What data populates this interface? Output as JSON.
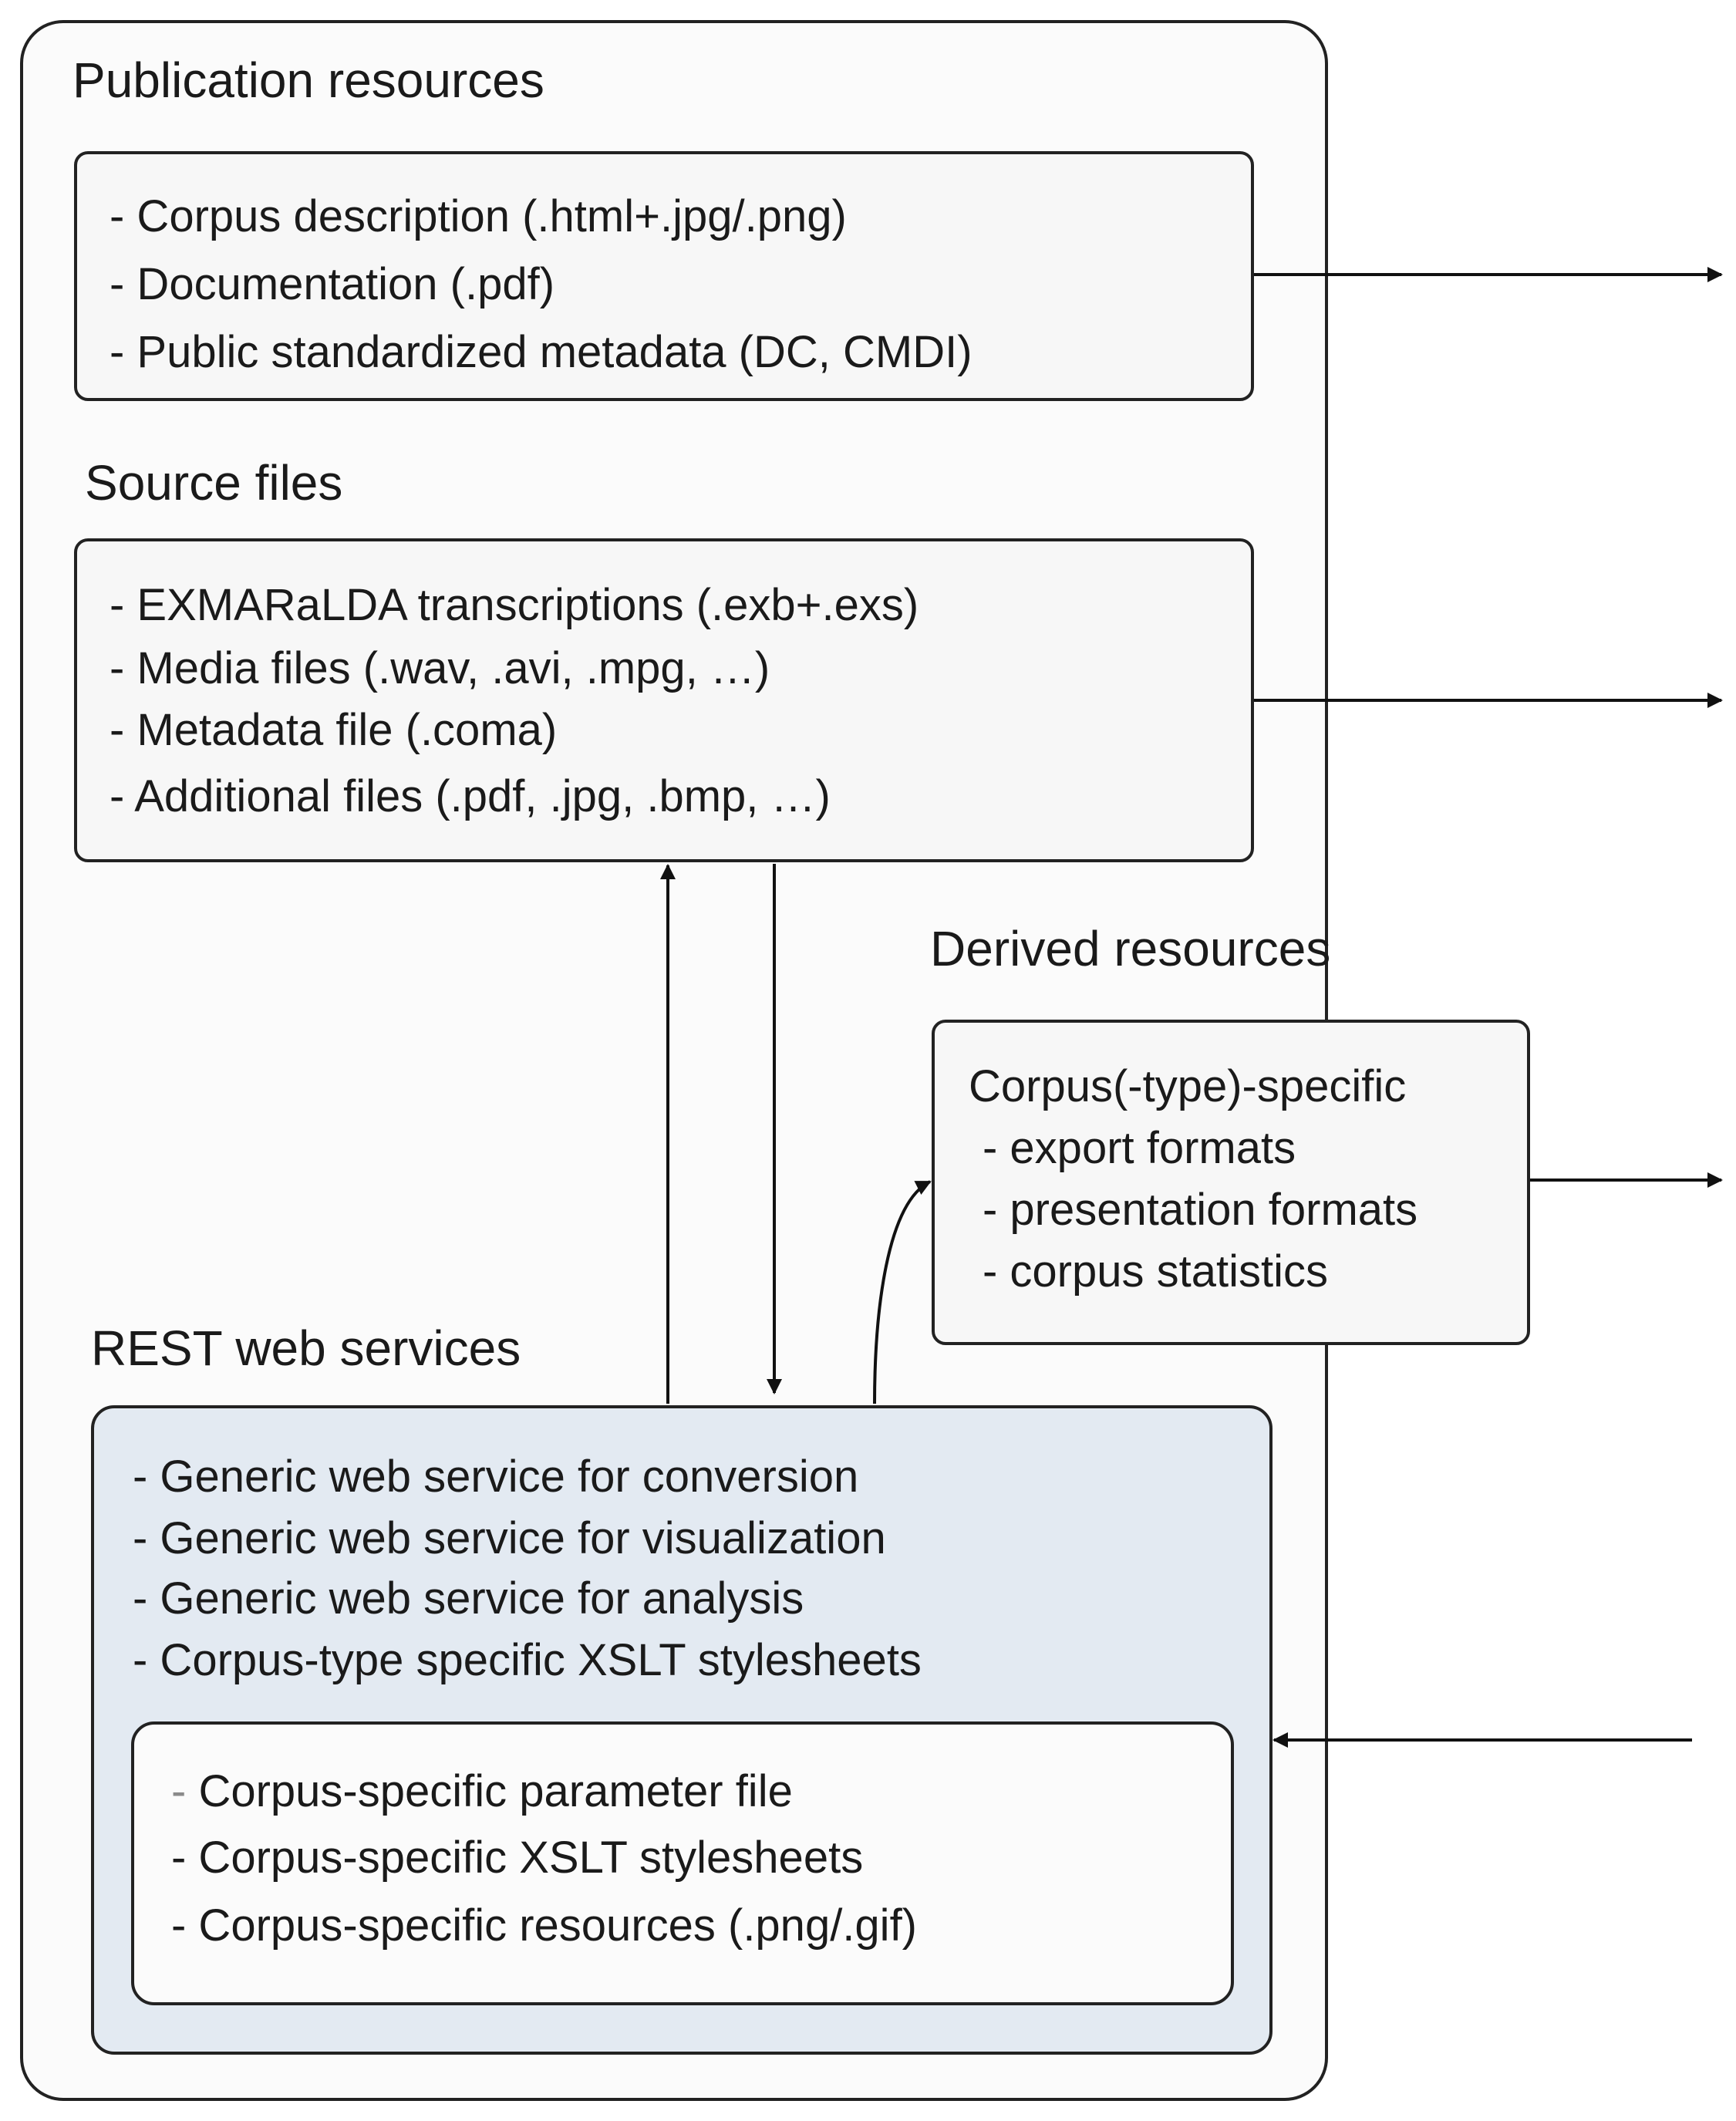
{
  "publication": {
    "title": "Publication resources",
    "items": [
      "- Corpus description (.html+.jpg/.png)",
      "- Documentation (.pdf)",
      "- Public standardized metadata (DC, CMDI)"
    ]
  },
  "source": {
    "title": "Source files",
    "items": [
      "- EXMARaLDA transcriptions (.exb+.exs)",
      "- Media files (.wav, .avi, .mpg, …)",
      "- Metadata file (.coma)",
      "- Additional files (.pdf, .jpg, .bmp, …)"
    ]
  },
  "derived": {
    "title": "Derived resources",
    "heading": "Corpus(-type)-specific",
    "items": [
      "- export formats",
      "- presentation formats",
      "- corpus statistics"
    ]
  },
  "rest": {
    "title": "REST web services",
    "items": [
      "- Generic web service for conversion",
      "- Generic web service for visualization",
      "- Generic web service for analysis",
      "- Corpus-type specific XSLT stylesheets"
    ],
    "inner": {
      "first_dash": "-",
      "first_text": " Corpus-specific parameter file",
      "items": [
        "- Corpus-specific XSLT stylesheets",
        "- Corpus-specific resources (.png/.gif)"
      ]
    }
  },
  "colors": {
    "rest_box_fill": "#e3eaf2",
    "outline": "#222222"
  }
}
